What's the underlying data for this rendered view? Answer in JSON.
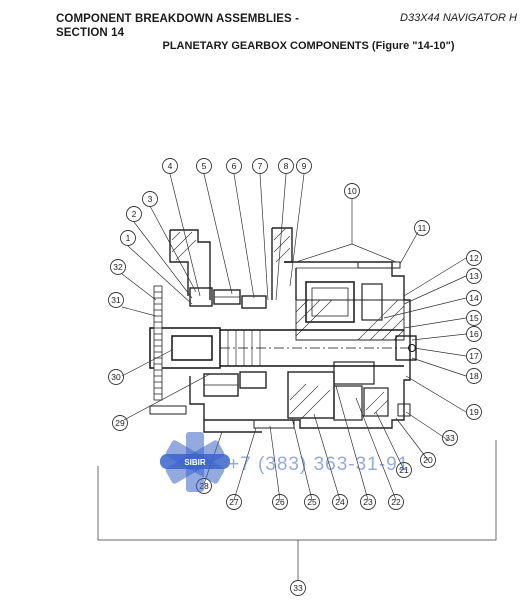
{
  "header": {
    "section_line1": "COMPONENT BREAKDOWN ASSEMBLIES -",
    "section_line2": "SECTION 14",
    "model": "D33X44 NAVIGATOR H",
    "figure_title": "PLANETARY GEARBOX COMPONENTS (Figure \"14-10\")"
  },
  "callouts": [
    "1",
    "2",
    "3",
    "4",
    "5",
    "6",
    "7",
    "8",
    "9",
    "10",
    "11",
    "12",
    "13",
    "14",
    "15",
    "16",
    "17",
    "18",
    "19",
    "20",
    "21",
    "22",
    "23",
    "24",
    "25",
    "26",
    "27",
    "28",
    "29",
    "30",
    "31",
    "32",
    "33"
  ],
  "watermark": {
    "brand": "SIBIR",
    "phone": "+7 (383) 363-31-91",
    "color": "#3a64c8"
  }
}
